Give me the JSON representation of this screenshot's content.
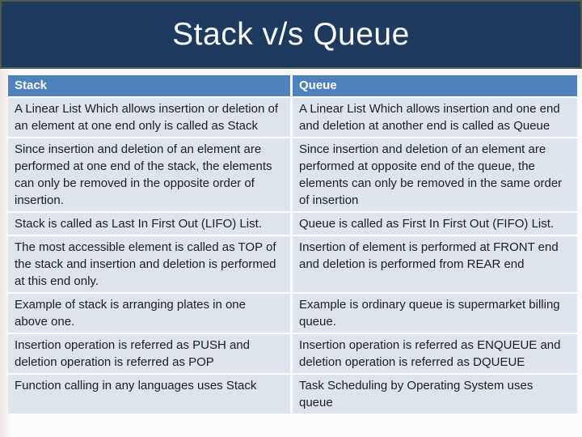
{
  "title": "Stack v/s Queue",
  "colors": {
    "title_background": "#1e3a5e",
    "title_border_green": "#4e5c4b",
    "table_header_blue": "#4f81bd",
    "table_row_background": "#dde3ef",
    "body_text": "#1c1c26",
    "header_text": "#ffffff"
  },
  "table": {
    "headers": [
      "Stack",
      "Queue"
    ],
    "rows": [
      {
        "stack": "A Linear List Which allows insertion or deletion of an element at one end only is called as Stack",
        "queue": "A Linear List Which allows insertion and one end and deletion at another end is called as Queue"
      },
      {
        "stack": "Since insertion and deletion of an element are performed at one end of the stack, the elements can only be removed in the opposite order of insertion.",
        "queue": "Since insertion and deletion of an element are performed at opposite end of the queue, the elements can only be removed in the same order of insertion"
      },
      {
        "stack": "Stack is called as Last In First Out (LIFO) List.",
        "queue": "Queue is called as First In First Out (FIFO) List."
      },
      {
        "stack": "The most accessible element is called as TOP of the stack and insertion and deletion is performed at this end only.",
        "queue": "Insertion of element is performed at FRONT end and deletion is performed from REAR end"
      },
      {
        "stack": "Example of stack is arranging plates in one above one.",
        "queue": "Example is ordinary queue is supermarket billing queue."
      },
      {
        "stack": "Insertion operation is referred as PUSH and deletion operation is referred as POP",
        "queue": "Insertion operation is referred as ENQUEUE and deletion operation is referred as DQUEUE"
      },
      {
        "stack": "Function calling in any languages uses Stack",
        "queue": "Task Scheduling by Operating System uses queue"
      }
    ]
  }
}
